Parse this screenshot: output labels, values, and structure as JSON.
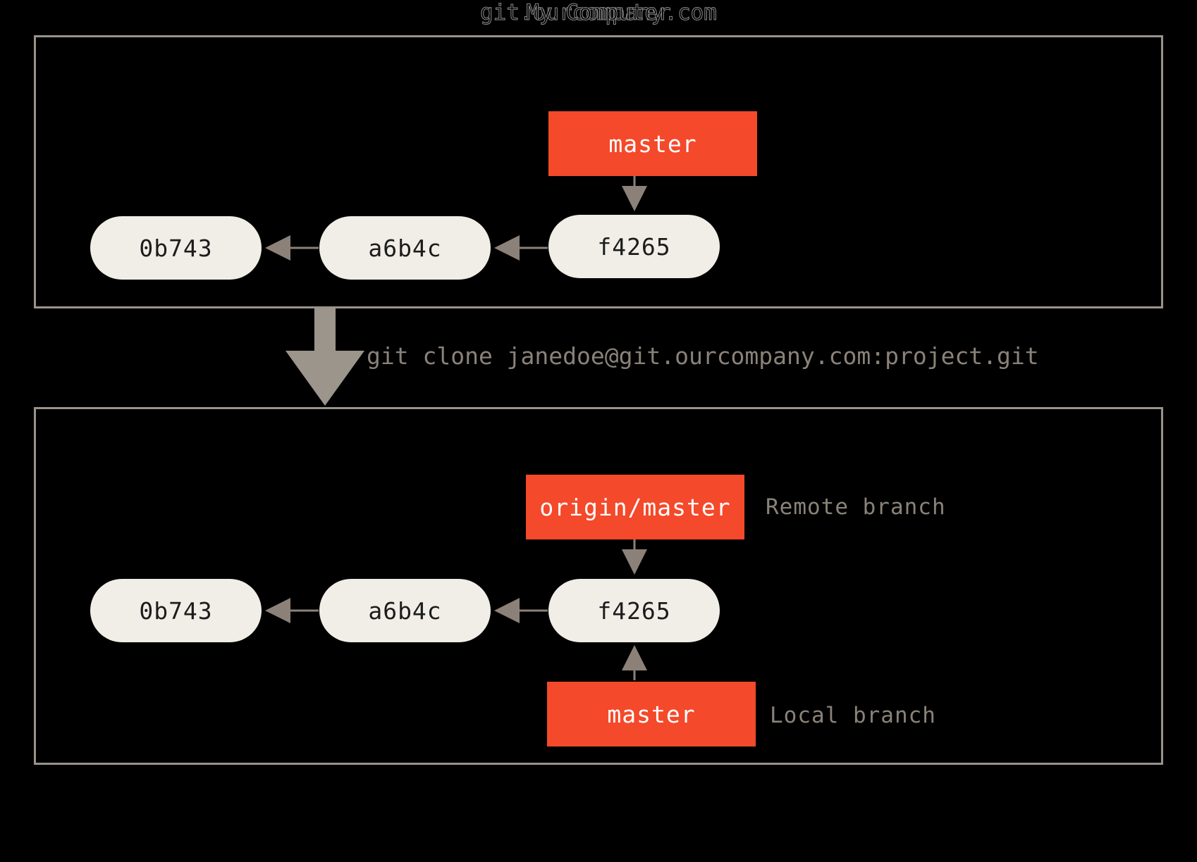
{
  "diagram": {
    "type": "git-clone-illustration",
    "background_color": "#000000",
    "panel_border_color": "#9a9289",
    "commit_node_color": "#f0eee6",
    "commit_text_color": "#1c1c1c",
    "branch_label_color": "#f4492a",
    "branch_text_color": "#ffffff",
    "arrow_color": "#8b8178",
    "caption_color": "#8a8279",
    "title_outline_color": "#8d8d8d"
  },
  "panels": [
    {
      "id": "remote-server",
      "title": "git.ourcompany.com",
      "commits": [
        {
          "id": "0b743",
          "label": "0b743"
        },
        {
          "id": "a6b4c",
          "label": "a6b4c"
        },
        {
          "id": "f4265",
          "label": "f4265"
        }
      ],
      "branches": [
        {
          "id": "master",
          "label": "master",
          "points_to": "f4265",
          "annotation": ""
        }
      ]
    },
    {
      "id": "my-computer",
      "title": "My Computer",
      "commits": [
        {
          "id": "0b743",
          "label": "0b743"
        },
        {
          "id": "a6b4c",
          "label": "a6b4c"
        },
        {
          "id": "f4265",
          "label": "f4265"
        }
      ],
      "branches": [
        {
          "id": "origin-master",
          "label": "origin/master",
          "points_to": "f4265",
          "annotation": "Remote branch"
        },
        {
          "id": "master",
          "label": "master",
          "points_to": "f4265",
          "annotation": "Local branch"
        }
      ]
    }
  ],
  "transition": {
    "command": "git clone janedoe@git.ourcompany.com:project.git",
    "direction": "down",
    "arrow_color": "#9c958c"
  },
  "annotations": {
    "remote_branch": "Remote branch",
    "local_branch": "Local branch"
  }
}
